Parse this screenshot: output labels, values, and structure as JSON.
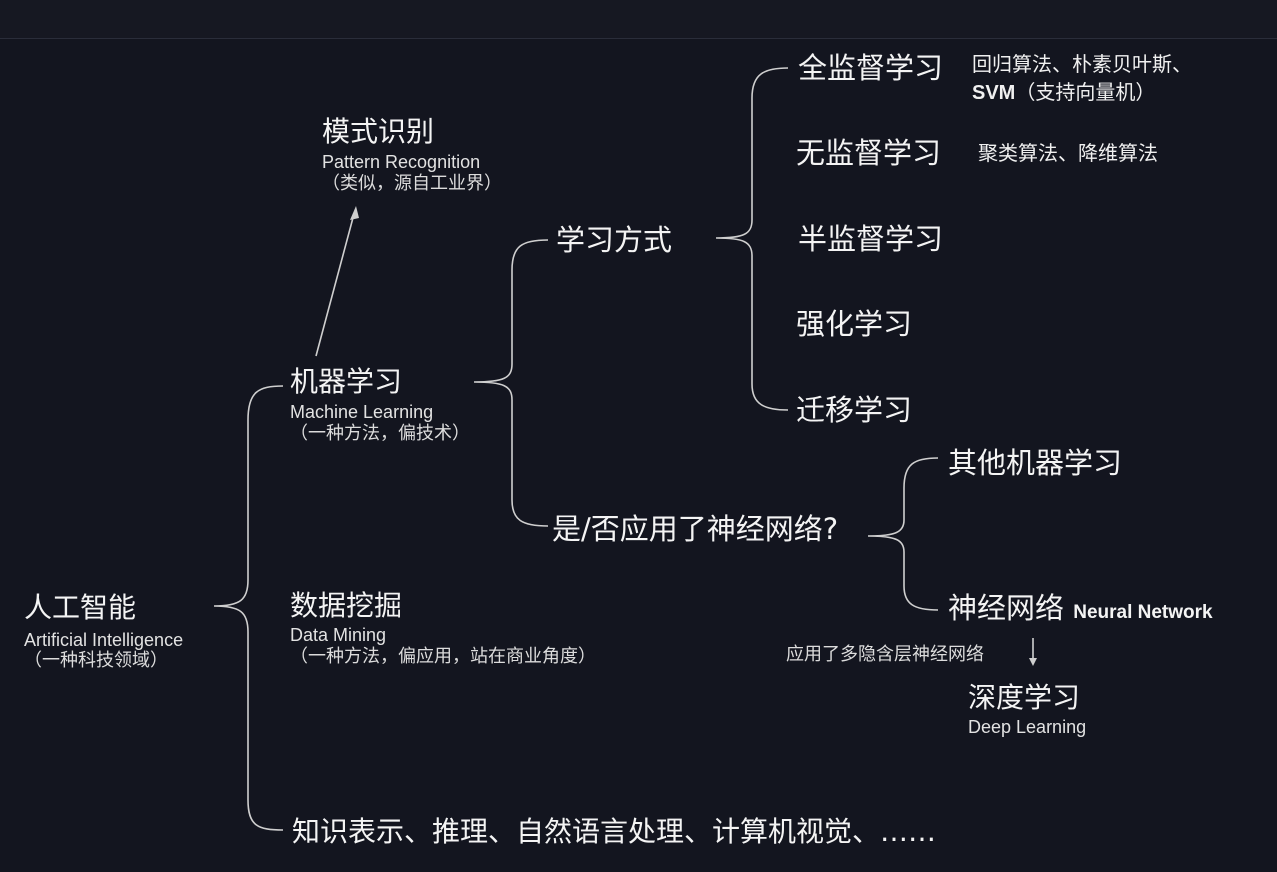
{
  "root": {
    "zh": "人工智能",
    "en": "Artificial Intelligence",
    "note": "（一种科技领域）"
  },
  "pattern": {
    "zh": "模式识别",
    "en": "Pattern Recognition",
    "note": "（类似，源自工业界）"
  },
  "ml": {
    "zh": "机器学习",
    "en": "Machine Learning",
    "note": "（一种方法，偏技术）"
  },
  "dm": {
    "zh": "数据挖掘",
    "en": "Data Mining",
    "note": "（一种方法，偏应用，站在商业角度）"
  },
  "others": "知识表示、推理、自然语言处理、计算机视觉、……",
  "learning_style": {
    "label": "学习方式",
    "items": [
      {
        "zh": "全监督学习",
        "alg_line1": "回归算法、朴素贝叶斯、",
        "alg_line2_bold": "SVM",
        "alg_line2_rest": "（支持向量机）"
      },
      {
        "zh": "无监督学习",
        "alg": "聚类算法、降维算法"
      },
      {
        "zh": "半监督学习"
      },
      {
        "zh": "强化学习"
      },
      {
        "zh": "迁移学习"
      }
    ]
  },
  "nn_question": {
    "label": "是/否应用了神经网络?",
    "other_ml": "其他机器学习",
    "nn_zh": "神经网络",
    "nn_en": "Neural Network"
  },
  "deep": {
    "arrow_label": "应用了多隐含层神经网络",
    "zh": "深度学习",
    "en": "Deep Learning"
  },
  "colors": {
    "background": "#13151f",
    "text": "#f4f4f4",
    "lines": "#cfcfcf"
  }
}
